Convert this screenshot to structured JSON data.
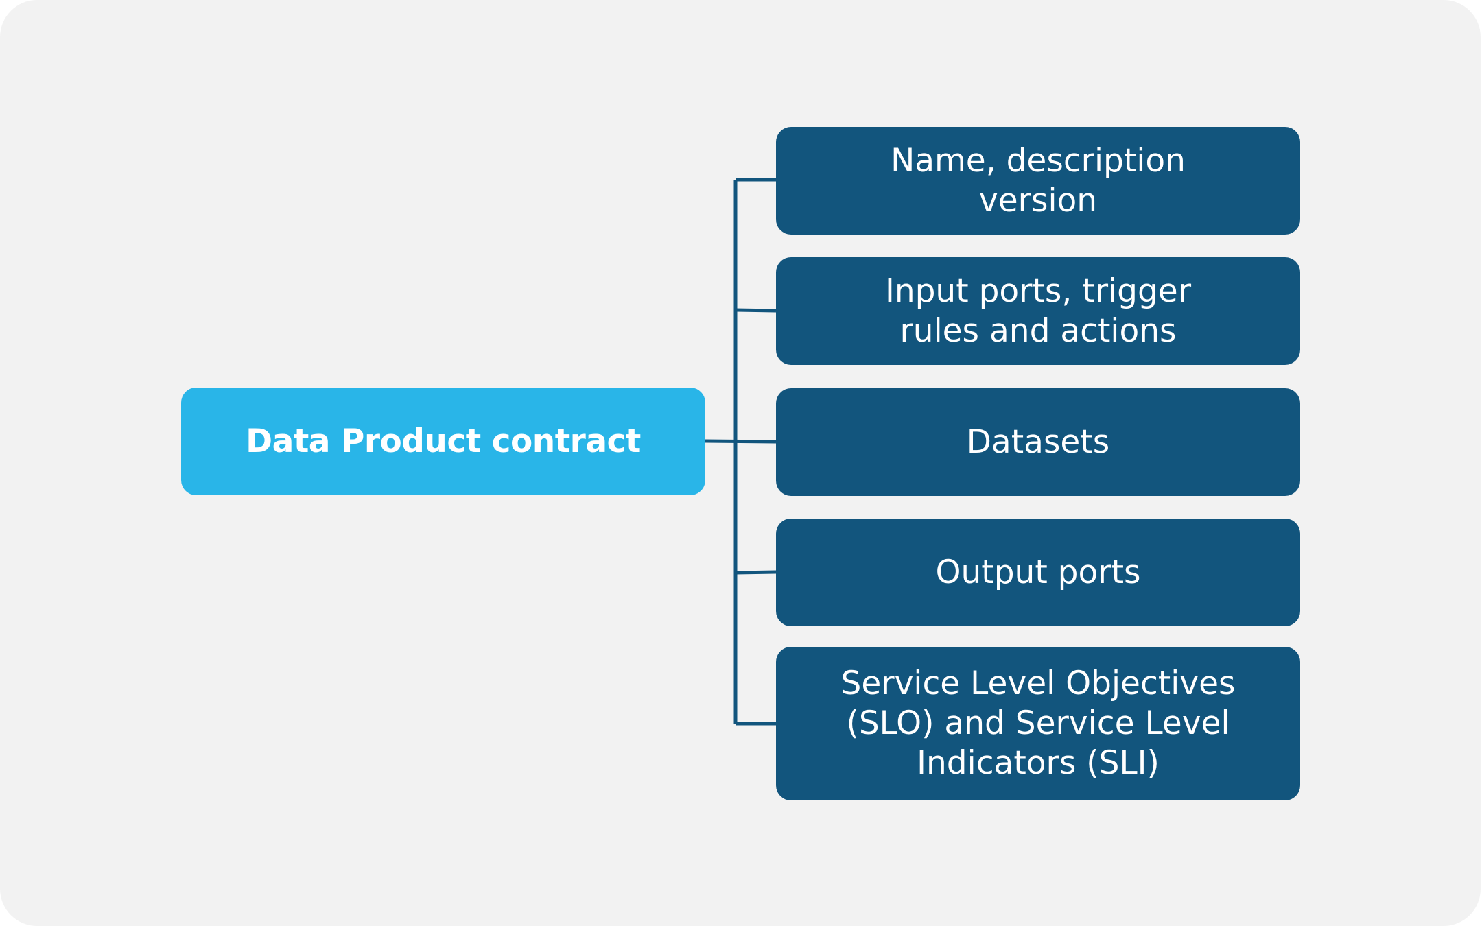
{
  "diagram": {
    "root": {
      "label": "Data Product contract"
    },
    "items": [
      {
        "label": "Name, description\nversion"
      },
      {
        "label": "Input ports, trigger\nrules and actions"
      },
      {
        "label": "Datasets"
      },
      {
        "label": "Output ports"
      },
      {
        "label": "Service Level Objectives\n(SLO) and Service Level\nIndicators (SLI)"
      }
    ]
  },
  "colors": {
    "background": "#f2f2f2",
    "root_fill": "#29b5e8",
    "item_fill": "#12557d",
    "connector": "#12557d",
    "text": "#ffffff"
  }
}
